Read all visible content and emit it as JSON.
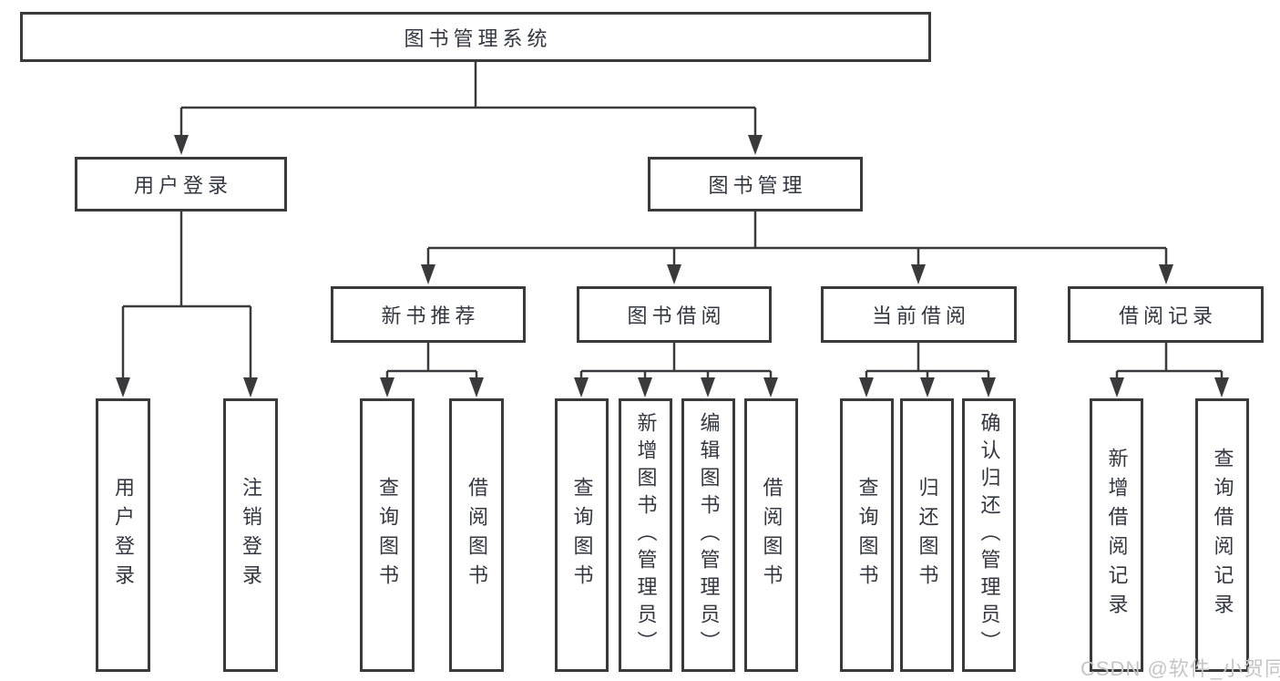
{
  "diagram": {
    "title": "图书管理系统",
    "nodes": {
      "root": "图书管理系统",
      "user_login": "用户登录",
      "book_mgmt": "图书管理",
      "new_book_rec": "新书推荐",
      "book_borrow": "图书借阅",
      "current_borrow": "当前借阅",
      "borrow_records": "借阅记录",
      "ul_user_login": "用户登录",
      "ul_logout": "注销登录",
      "nb_query_book": "查询图书",
      "nb_borrow_book": "借阅图书",
      "bb_query_book": "查询图书",
      "bb_add_book": "新增图书（管理员）",
      "bb_edit_book": "编辑图书（管理员）",
      "bb_borrow_book": "借阅图书",
      "cb_query_book": "查询图书",
      "cb_return_book": "归还图书",
      "cb_confirm_return": "确认归还（管理员）",
      "br_add_record": "新增借阅记录",
      "br_query_record": "查询借阅记录"
    },
    "edges": [
      [
        "图书管理系统",
        "用户登录"
      ],
      [
        "图书管理系统",
        "图书管理"
      ],
      [
        "用户登录",
        "用户登录"
      ],
      [
        "用户登录",
        "注销登录"
      ],
      [
        "图书管理",
        "新书推荐"
      ],
      [
        "图书管理",
        "图书借阅"
      ],
      [
        "图书管理",
        "当前借阅"
      ],
      [
        "图书管理",
        "借阅记录"
      ],
      [
        "新书推荐",
        "查询图书"
      ],
      [
        "新书推荐",
        "借阅图书"
      ],
      [
        "图书借阅",
        "查询图书"
      ],
      [
        "图书借阅",
        "新增图书（管理员）"
      ],
      [
        "图书借阅",
        "编辑图书（管理员）"
      ],
      [
        "图书借阅",
        "借阅图书"
      ],
      [
        "当前借阅",
        "查询图书"
      ],
      [
        "当前借阅",
        "归还图书"
      ],
      [
        "当前借阅",
        "确认归还（管理员）"
      ],
      [
        "借阅记录",
        "新增借阅记录"
      ],
      [
        "借阅记录",
        "查询借阅记录"
      ]
    ],
    "colors": {
      "line": "#3a3a3c",
      "border": "#3a3a3c",
      "text": "#333740",
      "background": "#ffffff",
      "watermark": "#c5c5c5"
    }
  },
  "watermark": {
    "text": "CSDN @软件_小贺同学"
  }
}
